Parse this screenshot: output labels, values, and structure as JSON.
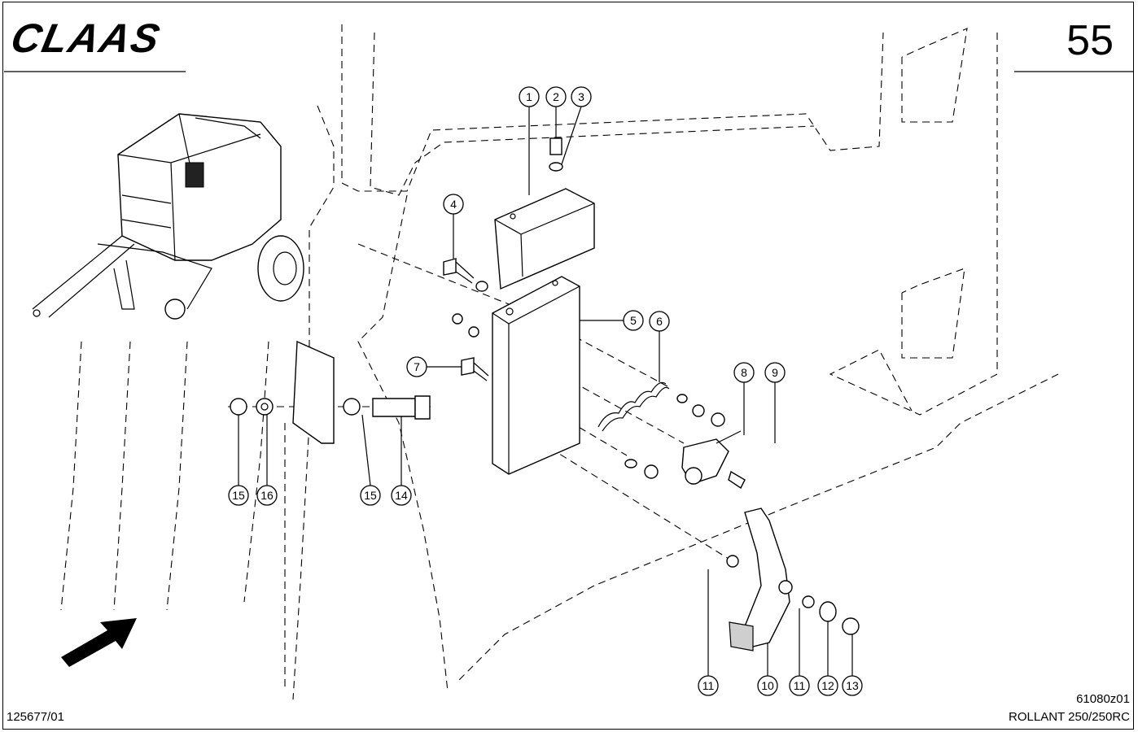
{
  "header": {
    "brand": "CLAAS",
    "page_number": "55"
  },
  "footer": {
    "doc_number": "125677/01",
    "drawing_code": "61080z01",
    "model": "ROLLANT 250/250RC"
  },
  "callouts": [
    {
      "label": "1"
    },
    {
      "label": "2"
    },
    {
      "label": "3"
    },
    {
      "label": "4"
    },
    {
      "label": "5"
    },
    {
      "label": "6"
    },
    {
      "label": "7"
    },
    {
      "label": "8"
    },
    {
      "label": "9"
    },
    {
      "label": "15"
    },
    {
      "label": "16"
    },
    {
      "label": "15"
    },
    {
      "label": "14"
    },
    {
      "label": "11"
    },
    {
      "label": "10"
    },
    {
      "label": "11"
    },
    {
      "label": "12"
    },
    {
      "label": "13"
    }
  ],
  "icons": {
    "direction_arrow": "arrow-icon",
    "machine_overview": "baler-illustration"
  }
}
